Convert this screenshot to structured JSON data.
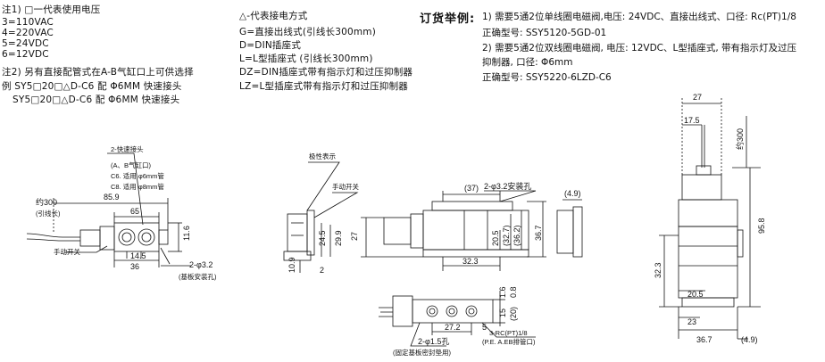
{
  "notes_left": {
    "note1_head": "注1) □一代表使用电压",
    "v3": "3=110VAC",
    "v4": "4=220VAC",
    "v5": "5=24VDC",
    "v6": "6=12VDC",
    "note2": "注2) 另有直接配管式在A-B气缸口上可供选择",
    "ex1": "例 SY5□20□△D-C6 配 Φ6MM 快速接头",
    "ex2": "SY5□20□△D-C6 配 Φ6MM 快速接头"
  },
  "notes_mid": {
    "head": "△-代表接电方式",
    "g": "G=直接出线式(引线长300mm)",
    "d": "D=DIN插座式",
    "l": "L=L型插座式 (引线长300mm)",
    "dz": "DZ=DIN插座式带有指示灯和过压抑制器",
    "lz": "LZ=L型插座式带有指示灯和过压抑制器"
  },
  "order": {
    "title": "订货举例:",
    "l1": "1) 需要5通2位单线圈电磁阀,电压: 24VDC、直接出线式、口径: Rc(PT)1/8",
    "l2": "正确型号: SSY5120-5GD-01",
    "l3": "2) 需要5通2位双线圈电磁阀, 电压: 12VDC、L型插座式, 带有指示灯及过压",
    "l4": "抑制器, 口径: Φ6mm",
    "l5": "正确型号: SSY5220-6LZD-C6"
  },
  "drawing1": {
    "quick": "2-快速接头",
    "ab": "(A、B气缸口)",
    "c6": "C6. 适用 φ6mm管",
    "c8": "C8. 适用 φ8mm管",
    "lead_len": "约300",
    "lead": "(引线长)",
    "manual": "手动开关",
    "mount": "2-φ3.2",
    "mount_note": "(基板安装孔)",
    "d859": "85.9",
    "d65": "65",
    "d116": "11.6",
    "d145": "14.5",
    "d36": "36"
  },
  "drawing2": {
    "polarity": "极性表示",
    "manual": "手动开关",
    "d37": "(37)",
    "mount": "2-φ3.2安装孔",
    "d49": "(4.9)",
    "d27": "27",
    "d299": "29.9",
    "d245": "24.5",
    "d109": "10.9",
    "d323": "32.3",
    "d205": "20.5",
    "d327": "(32.7)",
    "d362": "(36.2)",
    "d367": "36.7",
    "d2": "2"
  },
  "drawing3": {
    "d16": "1.6",
    "d08": "0.8",
    "d15": "15",
    "d20": "(20)",
    "d272": "27.2",
    "d5": "5",
    "ports": "3-RC(PT)1/8",
    "ports_note": "(P.E. A.EB排管口)",
    "holes": "2-φ1.5孔",
    "holes_note": "(固定基板密封垫用)"
  },
  "drawing4": {
    "d27": "27",
    "d175": "17.5",
    "d300": "约300",
    "d958": "95.8",
    "d323": "32.3",
    "d205": "20.5",
    "d23": "23",
    "d367": "36.7",
    "d49": "(4.9)"
  }
}
